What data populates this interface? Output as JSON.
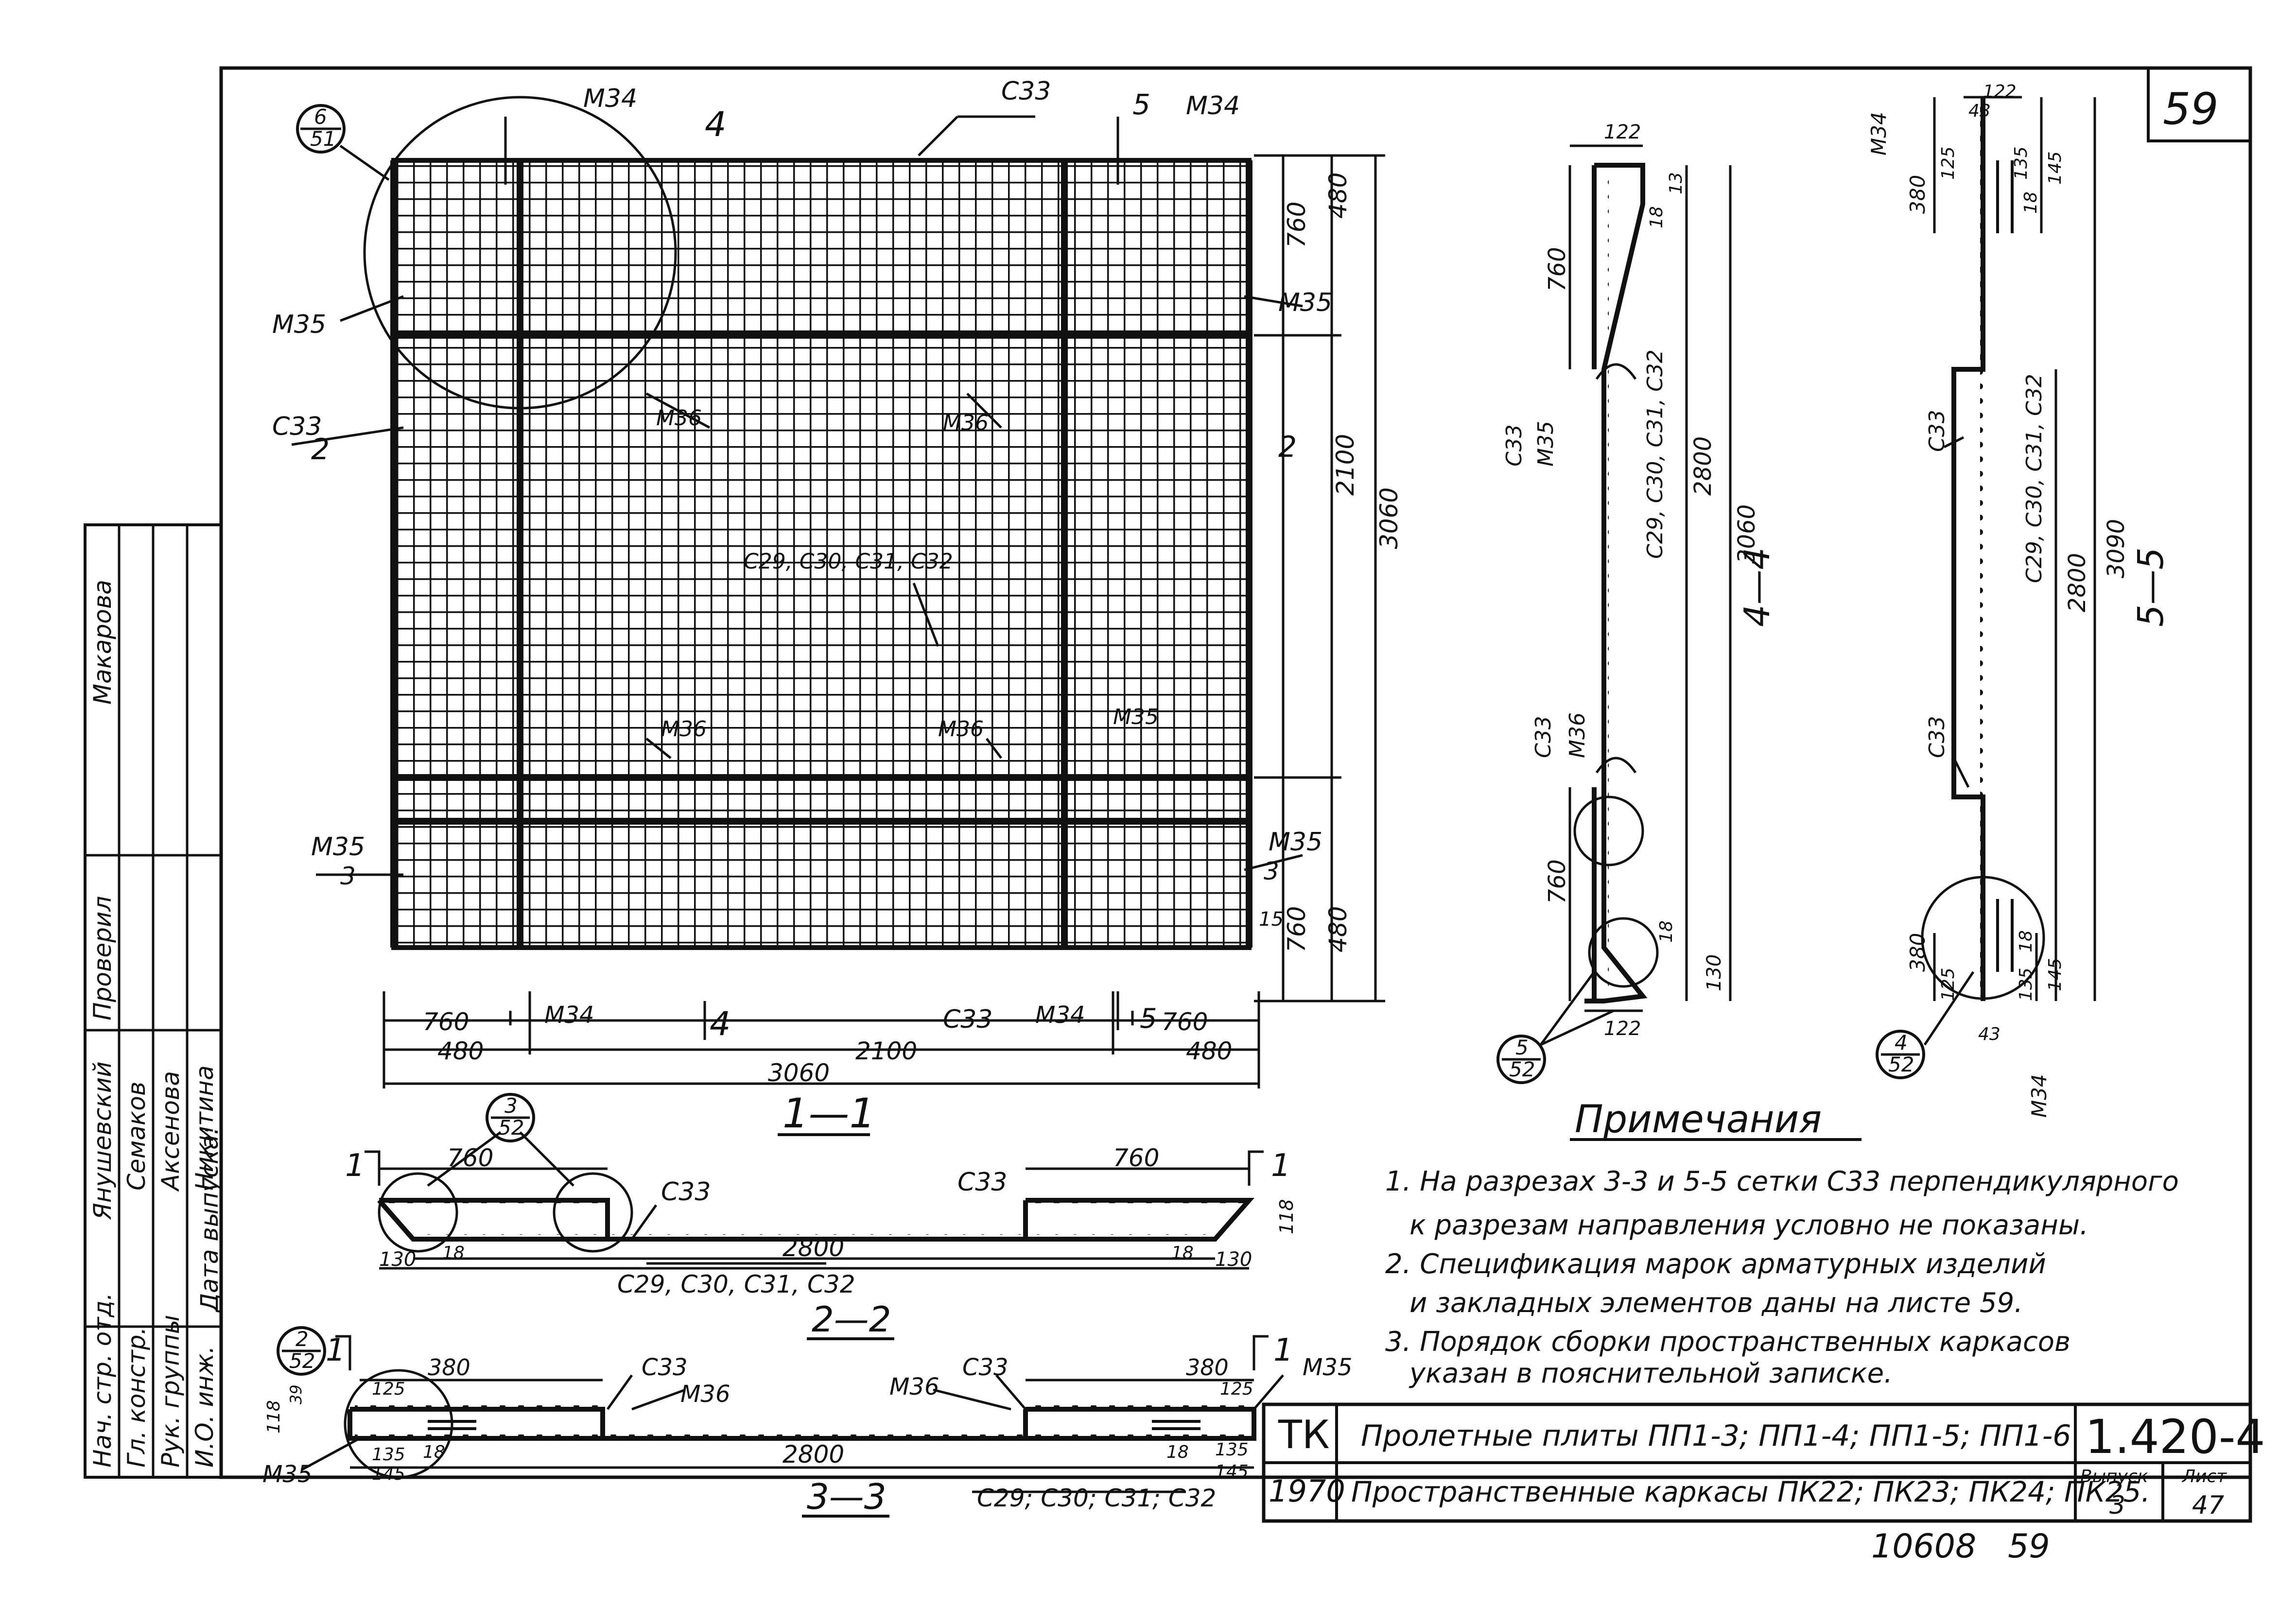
{
  "sheet_number": "59",
  "plan": {
    "label_m34_top_left": "М34",
    "label_m34_top_right": "М34",
    "label_c33_top": "С33",
    "section_mark_4_top": "4",
    "section_mark_5_top": "5",
    "callout_top_num": "6",
    "callout_top_den": "51",
    "label_m35_upper_left": "М35",
    "label_m35_upper_right": "М35",
    "label_c33_left": "С33",
    "section_2_left": "2",
    "section_2_right": "2",
    "label_m36_upper_left": "М36",
    "label_m36_upper_right": "М36",
    "label_mesh_center": "С29, С30, С31, С32",
    "label_m36_lower_left": "М36",
    "label_m36_lower_right": "М36",
    "label_m35_lower_left": "М35",
    "section_3_left": "3",
    "label_m35_lower_right": "М35",
    "section_3_right": "3",
    "label_m35_right_mid": "М35",
    "label_m34_bottom_left": "М34",
    "section_mark_4_bottom": "4",
    "label_c33_bottom": "С33",
    "label_m34_bottom_right": "М34",
    "section_mark_5_bottom": "5",
    "dim_760_bl": "760",
    "dim_480_bl": "480",
    "dim_2100_b": "2100",
    "dim_760_br": "760",
    "dim_480_br": "480",
    "dim_3060_b": "3060",
    "dim_760_rt": "760",
    "dim_480_rt": "480",
    "dim_2100_r": "2100",
    "dim_3060_r": "3060",
    "dim_760_rb": "760",
    "dim_480_rb": "480",
    "dim_15_r": "15",
    "view_title": "1—1"
  },
  "section_4_4": {
    "dim_122_top": "122",
    "dim_13": "13",
    "dim_18_top": "18",
    "dim_760_top": "760",
    "label_c33_top": "С33",
    "label_m35": "М35",
    "label_mesh": "С29, С30, С31, С32",
    "dim_2800": "2800",
    "dim_3060": "3060",
    "title": "4—4",
    "label_c33_bottom": "С33",
    "label_m36": "М36",
    "dim_760_bottom": "760",
    "dim_18_bottom": "18",
    "dim_130": "130",
    "dim_122_bottom": "122",
    "callout_num": "5",
    "callout_den": "52"
  },
  "section_5_5": {
    "label_m34_top": "М34",
    "dim_43_top": "43",
    "dim_122": "122",
    "dim_125_top": "125",
    "dim_135_top": "135",
    "dim_380_top": "380",
    "dim_18_top": "18",
    "dim_145_top": "145",
    "label_c33_top": "С33",
    "label_mesh": "С29, С30, С31, С32",
    "dim_2800": "2800",
    "dim_3090": "3090",
    "title": "5—5",
    "label_c33_bottom": "С33",
    "dim_380_bottom": "380",
    "dim_125_bottom": "125",
    "dim_135_bottom": "135",
    "dim_18_bottom": "18",
    "dim_145_bottom": "145",
    "dim_43_bottom": "43",
    "label_m34_bottom": "М34",
    "callout_num": "4",
    "callout_den": "52"
  },
  "section_2_2": {
    "cut_mark_left": "1",
    "cut_mark_right": "1",
    "callout_num": "3",
    "callout_den": "52",
    "dim_760_left": "760",
    "label_c33_left": "С33",
    "label_c33_right": "С33",
    "dim_760_right": "760",
    "dim_118": "118",
    "dim_130_left": "130",
    "dim_18_left": "18",
    "dim_2800": "2800",
    "dim_18_right": "18",
    "dim_130_right": "130",
    "label_mesh": "С29, С30, С31, С32",
    "title": "2—2"
  },
  "section_3_3": {
    "callout_num": "2",
    "callout_den": "52",
    "cut_mark_left": "1",
    "cut_mark_right": "1",
    "dim_125_left": "125",
    "dim_380_left": "380",
    "label_c33_left": "С33",
    "label_m36_left": "М36",
    "label_m36_right": "М36",
    "label_c33_right": "С33",
    "dim_380_right": "380",
    "dim_125_right": "125",
    "label_m35_right": "М35",
    "dim_118": "118",
    "dim_39": "39",
    "dim_135_left": "135",
    "dim_18_left": "18",
    "dim_145_left": "145",
    "label_m35_left": "М35",
    "dim_2800": "2800",
    "dim_18_right": "18",
    "dim_135_right": "135",
    "dim_145_right": "145",
    "label_mesh": "С29; С30; С31; С32",
    "title": "3—3"
  },
  "notes": {
    "heading": "Примечания",
    "line1": "1. На разрезах 3-3 и 5-5 сетки С33 перпендикулярного",
    "line1b": "к разрезам направления условно не показаны.",
    "line2": "2. Спецификация марок арматурных изделий",
    "line2b": "и закладных элементов даны на листе 59.",
    "line3": "3. Порядок сборки пространственных каркасов",
    "line3b": "указан в пояснительной записке."
  },
  "side_stamp": {
    "nach_otd": "Нач. стр. отд.",
    "gl_konstr": "Гл. констр.",
    "ruk_gruppy": "Рук. группы",
    "io_inzh": "И.О. инж.",
    "data_vypuska": "Дата выпуска:",
    "name1": "Янушевский",
    "name2": "Семаков",
    "name3": "Аксенова",
    "name4": "Никитина",
    "proveril": "Проверил",
    "makarova": "Макарова"
  },
  "title_block": {
    "org": "ТК",
    "year": "1970",
    "title1": "Пролетные плиты ПП1-3; ПП1-4; ПП1-5; ПП1-6",
    "title2": "Пространственные каркасы ПК22; ПК23; ПК24; ПК25.",
    "series": "1.420-4",
    "vypusk_label": "Выпуск",
    "vypusk": "3",
    "list_label": "Лист",
    "list": "47"
  },
  "footer_code": "10608   59"
}
